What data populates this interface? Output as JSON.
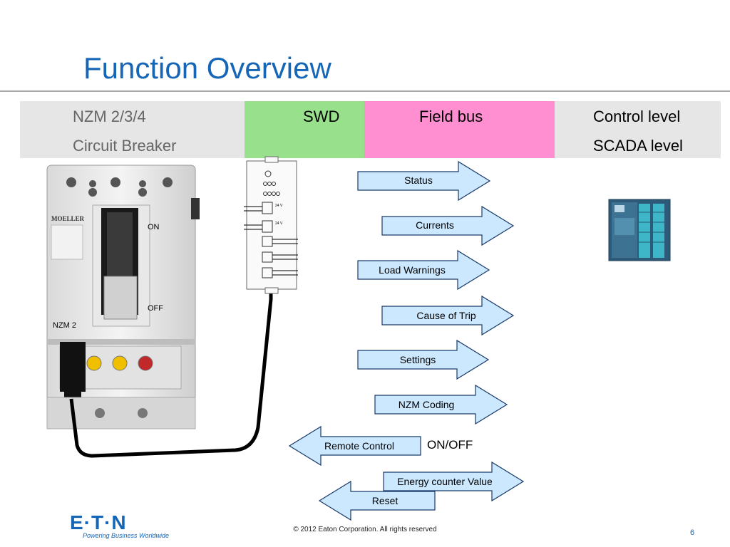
{
  "slide": {
    "title": "Function Overview",
    "page_number": "6",
    "copyright": "© 2012 Eaton Corporation. All rights reserved"
  },
  "header_bands": {
    "nzm": {
      "line1": "NZM 2/3/4",
      "line2": "Circuit Breaker"
    },
    "swd": {
      "label": "SWD"
    },
    "field_bus": {
      "label": "Field bus"
    },
    "control": {
      "line1": "Control level",
      "line2": "SCADA level"
    }
  },
  "breaker": {
    "brand": "MOELLER",
    "on_label": "ON",
    "off_label": "OFF",
    "model": "NZM 2"
  },
  "swd_module": {
    "terminals": [
      "24 V",
      "24 V"
    ]
  },
  "signals": {
    "status": "Status",
    "currents": "Currents",
    "load_warnings": "Load Warnings",
    "cause_of_trip": "Cause of Trip",
    "settings": "Settings",
    "nzm_coding": "NZM Coding",
    "remote_control": "Remote Control",
    "on_off": "ON/OFF",
    "energy_counter": "Energy counter Value",
    "reset": "Reset"
  },
  "logo": {
    "wordmark": "E·T·N",
    "tagline": "Powering Business Worldwide"
  },
  "colors": {
    "title_blue": "#1566b7",
    "arrow_fill": "#cce8ff",
    "swd_band": "#99e08c",
    "fieldbus_band": "#ff8fd0",
    "grey_band": "#e6e6e6"
  }
}
